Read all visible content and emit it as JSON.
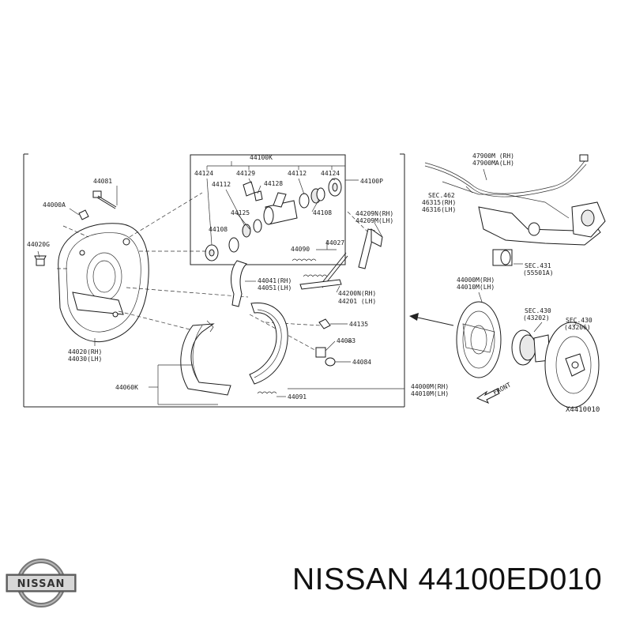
{
  "caption": "NISSAN 44100ED010",
  "logo_text": "NISSAN",
  "diagram_code": "X4410010",
  "arrow_text": "FRONT",
  "labels": {
    "l44100K": "44100K",
    "l44124a": "44124",
    "l44129": "44129",
    "l44112a": "44112",
    "l44124b": "44124",
    "l44100P": "44100P",
    "l44081": "44081",
    "l44112b": "44112",
    "l44128": "44128",
    "l44000A": "44000A",
    "l44125": "44125",
    "l44108a": "44108",
    "l44209N": "44209N(RH)",
    "l44209M": "44209M(LH)",
    "l44020G": "44020G",
    "l44108b": "44108",
    "l44027": "44027",
    "l44090": "44090",
    "l44041": "44041(RH)",
    "l44051": "44051(LH)",
    "l44200N": "44200N(RH)",
    "l44201": "44201 (LH)",
    "l44135": "44135",
    "l44083": "44083",
    "l44020": "44020(RH)",
    "l44030": "44030(LH)",
    "l44084": "44084",
    "l44060K": "44060K",
    "l44000Mb": "44000M(RH)",
    "l44010Mb": "44010M(LH)",
    "l44091": "44091",
    "l47900M": "47900M (RH)",
    "l47900MA": "47900MA(LH)",
    "lsec462": "SEC.462",
    "l46315": "46315(RH)",
    "l46316": "46316(LH)",
    "lsec431": "SEC.431",
    "l55501A": "(55501A)",
    "l44000Ma": "44000M(RH)",
    "l44010Ma": "44010M(LH)",
    "lsec430a": "SEC.430",
    "l43202": "(43202)",
    "lsec430b": "SEC.430",
    "l43206": "(43206)"
  }
}
